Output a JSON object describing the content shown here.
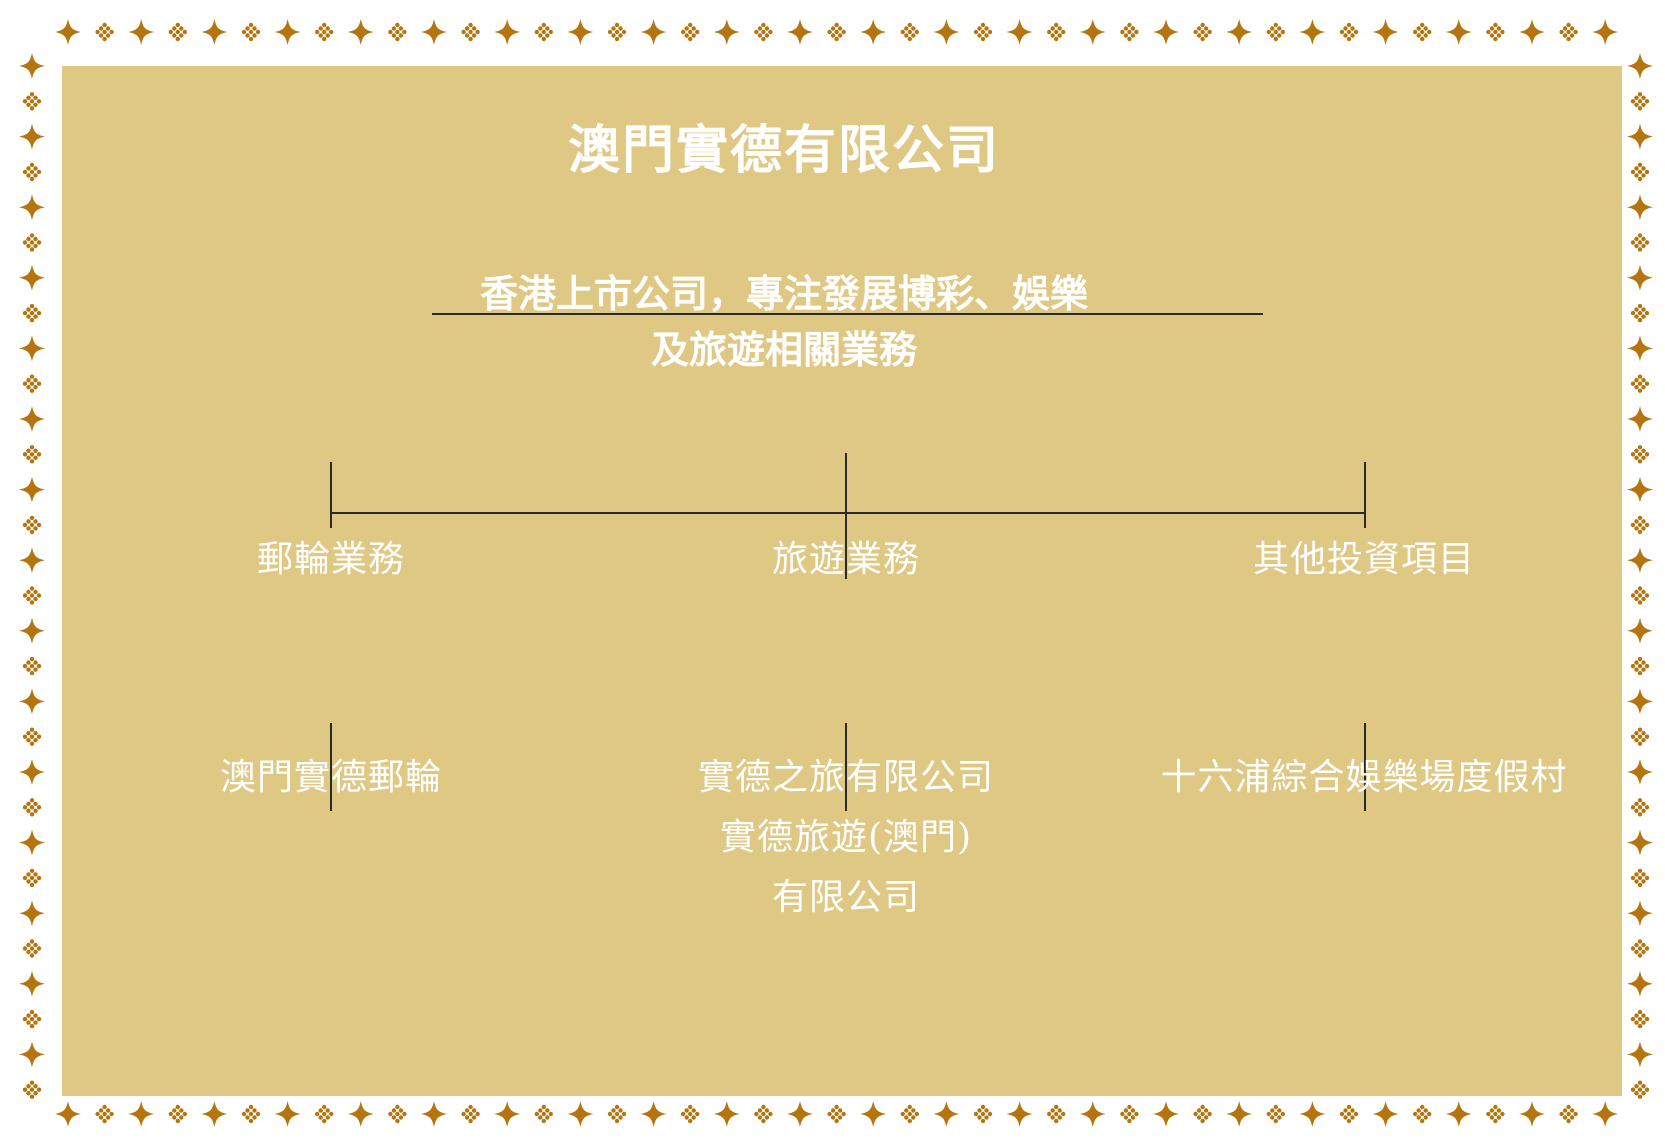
{
  "diagram": {
    "title": "澳門實德有限公司",
    "subtitle_lines": [
      "香港上市公司，專注發展博彩、娛樂",
      "及旅遊相關業務"
    ],
    "branches": [
      {
        "label": "郵輪業務",
        "children": [
          "澳門實德郵輪"
        ]
      },
      {
        "label": "旅遊業務",
        "children": [
          "實德之旅有限公司",
          "實德旅遊(澳門)",
          "有限公司"
        ]
      },
      {
        "label": "其他投資項目",
        "children": [
          "十六浦綜合娛樂場度假村"
        ]
      }
    ]
  },
  "colors": {
    "panel": "#dfc884",
    "ornament": "#b5740e",
    "text": "#ffffff",
    "line": "#2a2a2a"
  }
}
